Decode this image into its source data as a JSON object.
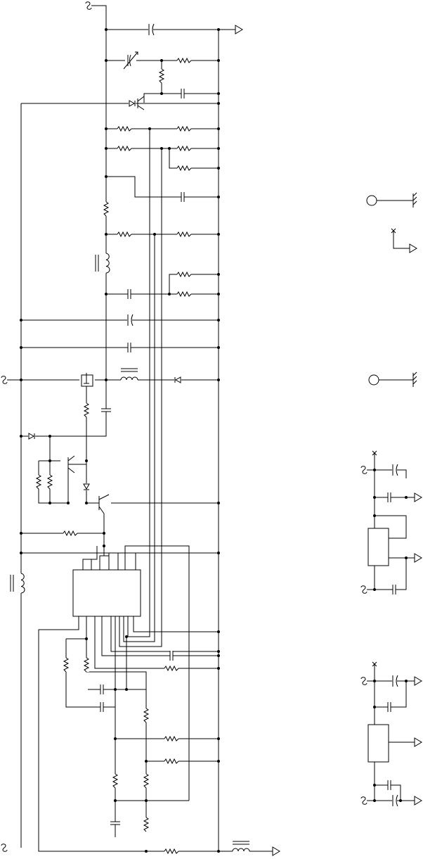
{
  "diagram": {
    "kind": "electrical schematic",
    "line_color": "#000000",
    "background": "#ffffff",
    "main_circuit": {
      "ic_chip": "integrated-circuit",
      "components": [
        "capacitor",
        "variable-capacitor",
        "resistor",
        "diode",
        "npn-transistor",
        "pnp-transistor",
        "mosfet",
        "inductor",
        "transformer",
        "polarized-capacitor"
      ],
      "terminals": [
        "wire-break-terminal",
        "ground-arrow",
        "ground-hatch"
      ]
    },
    "side_symbols": [
      "test-point-circle-with-ground",
      "no-connect-with-ground-arrow",
      "test-point-circle-with-ground",
      "regulator-block-with-capacitors",
      "regulator-block-with-capacitors"
    ],
    "printed_text": []
  }
}
